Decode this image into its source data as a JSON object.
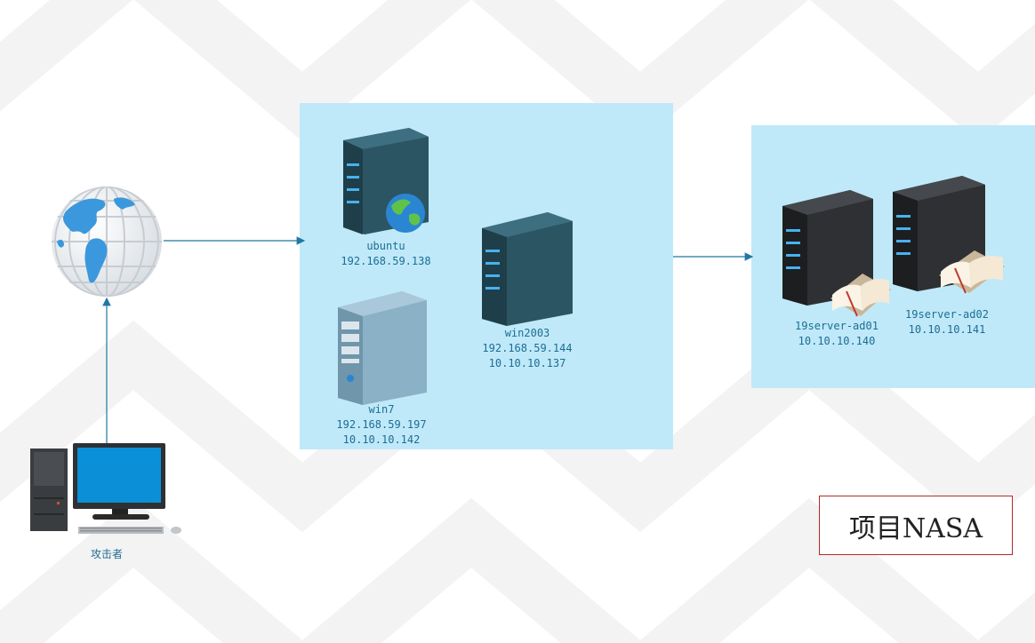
{
  "colors": {
    "zone_fill": "#bfe9f9",
    "link": "#1f78a4",
    "label": "#1d6d93",
    "project_border": "#b22a2a"
  },
  "nodes": {
    "ubuntu": {
      "icon": "web-server-icon",
      "name": "ubuntu",
      "ip1": "192.168.59.138"
    },
    "win7": {
      "icon": "desktop-tower-icon",
      "name": "win7",
      "ip1": "192.168.59.197",
      "ip2": "10.10.10.142"
    },
    "win2003": {
      "icon": "server-icon",
      "name": "win2003",
      "ip1": "192.168.59.144",
      "ip2": "10.10.10.137"
    },
    "ad01": {
      "icon": "directory-server-icon",
      "name": "19server-ad01",
      "ip1": "10.10.10.140"
    },
    "ad02": {
      "icon": "directory-server-icon",
      "name": "19server-ad02",
      "ip1": "10.10.10.141"
    },
    "internet": {
      "icon": "globe-icon"
    },
    "attacker": {
      "icon": "workstation-icon",
      "name": "攻击者"
    }
  },
  "project_label": "项目NASA"
}
